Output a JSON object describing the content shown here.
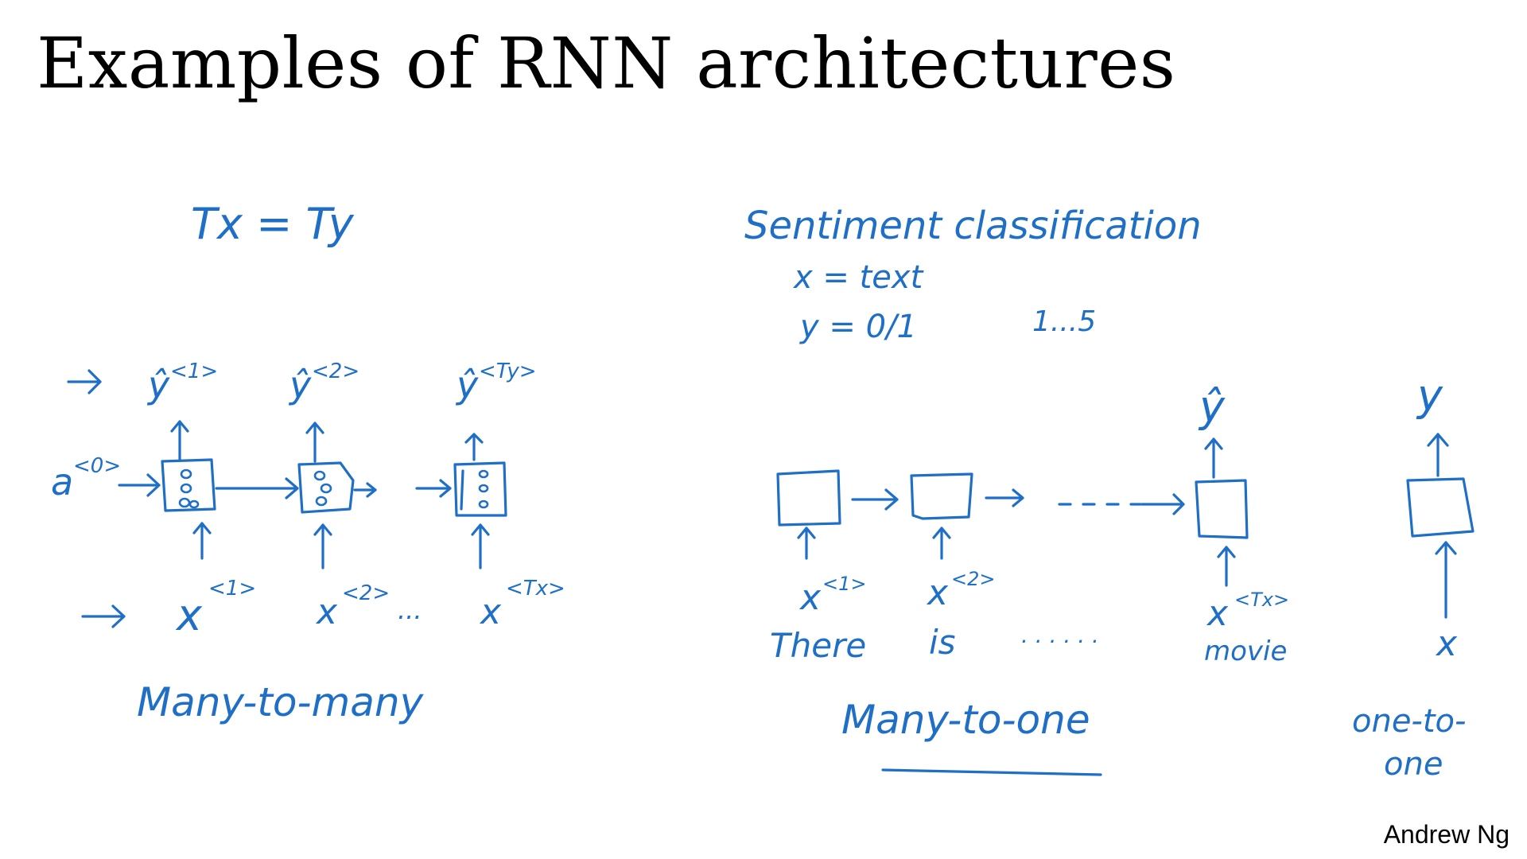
{
  "slide": {
    "title": "Examples of RNN architectures",
    "credit": "Andrew Ng"
  },
  "many_to_many": {
    "condition": "Tx = Ty",
    "a0": "a",
    "a0_sup": "<0>",
    "outputs": [
      {
        "base": "ŷ",
        "sup": "<1>"
      },
      {
        "base": "ŷ",
        "sup": "<2>"
      },
      {
        "base": "ŷ",
        "sup": "<Ty>"
      }
    ],
    "inputs": [
      {
        "base": "x",
        "sup": "<1>"
      },
      {
        "base": "x",
        "sup": "<2>"
      },
      {
        "base": "x",
        "sup": "<Tx>"
      }
    ],
    "ellipsis": "...",
    "label": "Many-to-many"
  },
  "sentiment": {
    "heading": "Sentiment classification",
    "x_line": "x = text",
    "y_line": "y = 0/1",
    "y_range": "1...5"
  },
  "many_to_one": {
    "output": "ŷ",
    "inputs": [
      {
        "base": "x",
        "sup": "<1>",
        "word": "There"
      },
      {
        "base": "x",
        "sup": "<2>",
        "word": "is"
      },
      {
        "base": "x",
        "sup": "<Tx>",
        "word": "movie"
      }
    ],
    "ellipsis": "- - - -",
    "word_ellipsis": ". . . . . .",
    "label": "Many-to-one"
  },
  "one_to_one": {
    "output": "y",
    "input": "x",
    "label_line1": "one-to-",
    "label_line2": "one"
  },
  "colors": {
    "ink": "#1f6fc6",
    "text": "#000000",
    "background": "#ffffff"
  }
}
